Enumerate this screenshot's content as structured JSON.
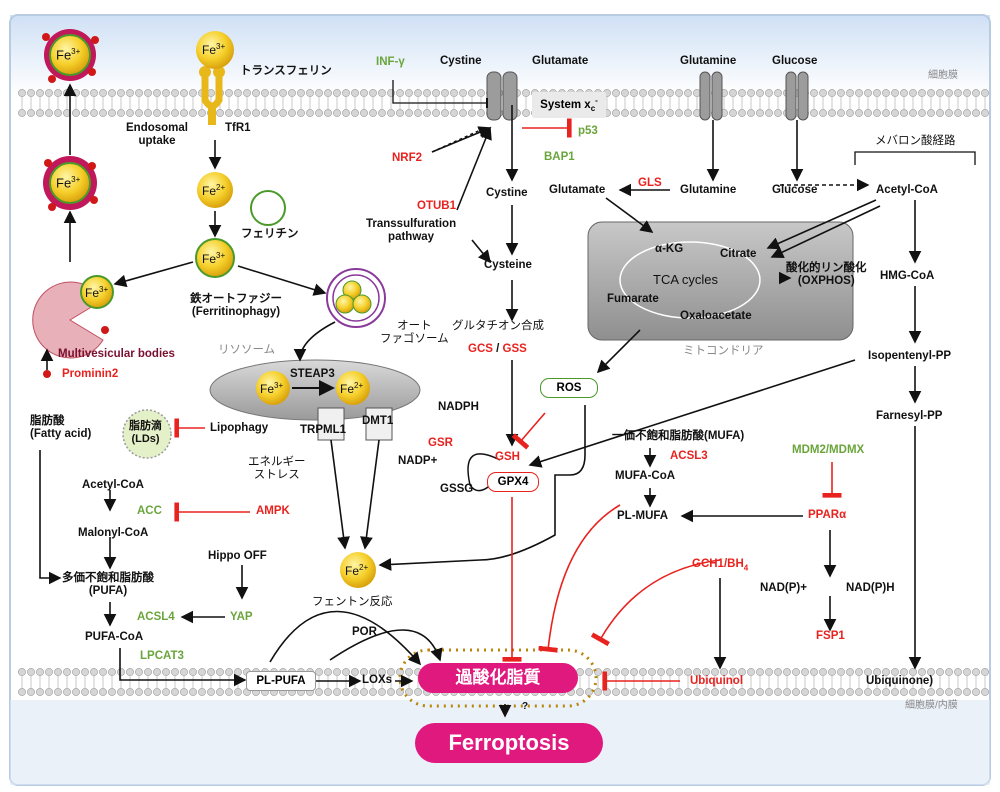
{
  "membrane": {
    "top": "細胞膜",
    "bottom": "細胞膜/内膜"
  },
  "iron": {
    "fe3": "Fe3+",
    "fe2": "Fe2+",
    "fe3_sup": "3+",
    "fe2_sup": "2+",
    "fe_base": "Fe",
    "transferrin": "トランスフェリン",
    "tfr1": "TfR1",
    "endosomal": "Endosomal\nuptake",
    "ferritin": "フェリチン",
    "ferritinophagy": "鉄オートファジー\n(Ferritinophagy)",
    "autophagosome": "オート\nファゴソーム",
    "lysosome": "リソソーム",
    "steap3": "STEAP3",
    "trpml1": "TRPML1",
    "dmt1": "DMT1",
    "mvb": "Multivesicular bodies",
    "prominin2": "Prominin2",
    "fenton": "フェントン反応"
  },
  "lipid": {
    "fatty_acid": "脂肪酸\n(Fatty acid)",
    "lds": "脂肪滴\n(LDs)",
    "lipophagy": "Lipophagy",
    "energy_stress": "エネルギー\nストレス",
    "ampk": "AMPK",
    "acc": "ACC",
    "acetyl_coa": "Acetyl-CoA",
    "malonyl_coa": "Malonyl-CoA",
    "pufa": "多価不飽和脂肪酸\n(PUFA)",
    "hippo": "Hippo OFF",
    "yap": "YAP",
    "acsl4": "ACSL4",
    "pufa_coa": "PUFA-CoA",
    "lpcat3": "LPCAT3",
    "pl_pufa": "PL-PUFA",
    "loxs": "LOXs",
    "por": "POR",
    "lipid_perox": "過酸化脂質",
    "ferroptosis": "Ferroptosis",
    "question": "?"
  },
  "gsh": {
    "inf": "INF-γ",
    "cystine_out": "Cystine",
    "glutamate_out": "Glutamate",
    "system_xc": "System x",
    "system_xc_sub": "c",
    "system_xc_sup": "-",
    "p53": "p53",
    "bap1": "BAP1",
    "nrf2": "NRF2",
    "otub1": "OTUB1",
    "cystine_in": "Cystine",
    "glutamate_in": "Glutamate",
    "transsulfuration": "Transsulfuration\npathway",
    "cysteine": "Cysteine",
    "gsh_synth": "グルタチオン合成",
    "gcs": "GCS",
    "slash": "/",
    "gss": "GSS",
    "nadph": "NADPH",
    "gsr": "GSR",
    "nadp": "NADP+",
    "gsh": "GSH",
    "gssg": "GSSG",
    "gpx4": "GPX4",
    "ros": "ROS"
  },
  "metab": {
    "glutamine_out": "Glutamine",
    "glucose_out": "Glucose",
    "gls": "GLS",
    "glutamine_in": "Glutamine",
    "glucose_in": "Glucose",
    "mevalonate": "メバロン酸経路",
    "acetyl_coa": "Acetyl-CoA",
    "akg": "α-KG",
    "citrate": "Citrate",
    "tca": "TCA cycles",
    "fumarate": "Fumarate",
    "oxaloacetate": "Oxaloacetate",
    "oxphos": "酸化的リン酸化\n(OXPHOS)",
    "mito": "ミトコンドリア",
    "hmg_coa": "HMG-CoA",
    "ipp": "Isopentenyl-PP",
    "fpp": "Farnesyl-PP",
    "mufa": "一価不飽和脂肪酸(MUFA)",
    "acsl3": "ACSL3",
    "mufa_coa": "MUFA-CoA",
    "pl_mufa": "PL-MUFA",
    "mdm2": "MDM2/MDMX",
    "ppara": "PPARα",
    "gch1": "GCH1/BH",
    "gch1_sub": "4",
    "nadp_plus": "NAD(P)+",
    "nadph": "NAD(P)H",
    "fsp1": "FSP1",
    "ubiquinol": "Ubiquinol",
    "ubiquinone": "Ubiquinone)"
  },
  "colors": {
    "red": "#e8231f",
    "green": "#6aa53c",
    "pink": "#e0197f",
    "gold": "#e8b81a"
  }
}
